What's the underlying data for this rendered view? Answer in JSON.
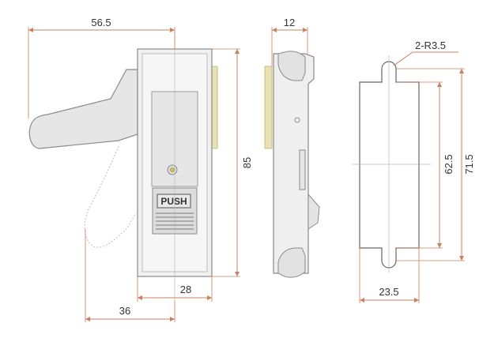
{
  "dimensions": {
    "width_handle": "56.5",
    "depth": "12",
    "height": "85",
    "width_body": "28",
    "handle_offset": "36",
    "cutout_radius": "2-R3.5",
    "cutout_height_inner": "62.5",
    "cutout_height_total": "71.5",
    "cutout_width": "23.5"
  },
  "labels": {
    "push": "PUSH"
  },
  "colors": {
    "dimension_line": "#c9805e",
    "gasket": "#e7e2b0",
    "outline": "#8a8a8a"
  }
}
